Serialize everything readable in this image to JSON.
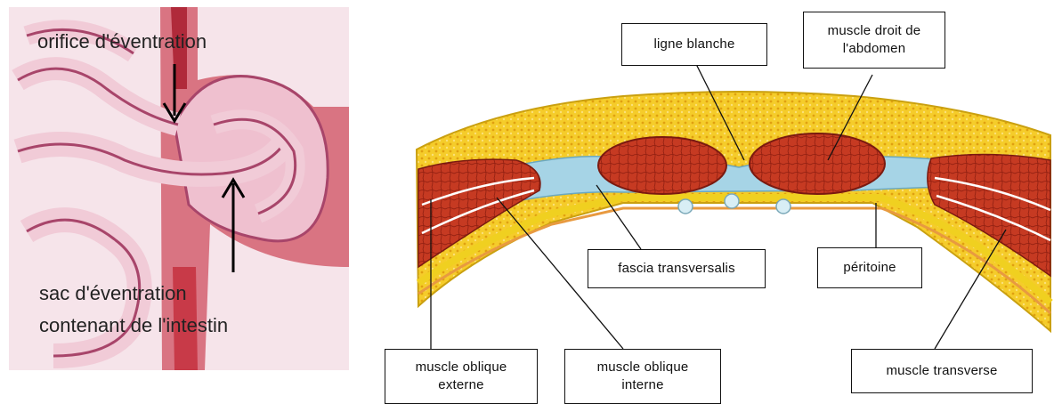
{
  "left_panel": {
    "label_top": "orifice d'éventration",
    "label_bottom_line1": "sac d'éventration",
    "label_bottom_line2": "contenant de l'intestin"
  },
  "right_panel": {
    "labels": {
      "ligne_blanche": "ligne blanche",
      "muscle_droit_line1": "muscle droit de",
      "muscle_droit_line2": "l'abdomen",
      "fascia": "fascia transversalis",
      "peritoine": "péritoine",
      "oblique_externe_line1": "muscle oblique",
      "oblique_externe_line2": "externe",
      "oblique_interne_line1": "muscle oblique",
      "oblique_interne_line2": "interne",
      "transverse": "muscle transverse"
    }
  },
  "colors": {
    "intestine_pink": "#e8b4c4",
    "intestine_dark": "#a8456a",
    "muscle_red": "#c8321e",
    "fat_yellow": "#f2c21a",
    "fascia_blue": "#9ccde0",
    "wall_red": "#d0453a"
  }
}
